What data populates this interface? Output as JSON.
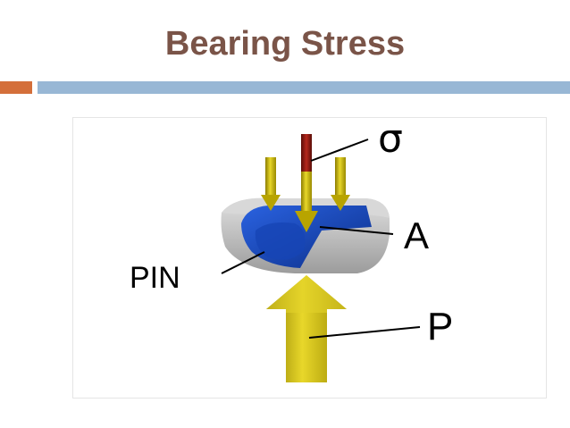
{
  "slide": {
    "title": "Bearing Stress"
  },
  "figure": {
    "labels": {
      "sigma": "σ",
      "area": "A",
      "pin": "PIN",
      "load": "P"
    }
  },
  "colors": {
    "title": "#7a5448",
    "accent_orange": "#d46f3a",
    "accent_blue": "#98b7d5",
    "arrow_yellow": "#c9b400",
    "stress_red": "#8b1a14",
    "pin_blue": "#1a4fc4",
    "plate_gray": "#c9c9c9"
  }
}
